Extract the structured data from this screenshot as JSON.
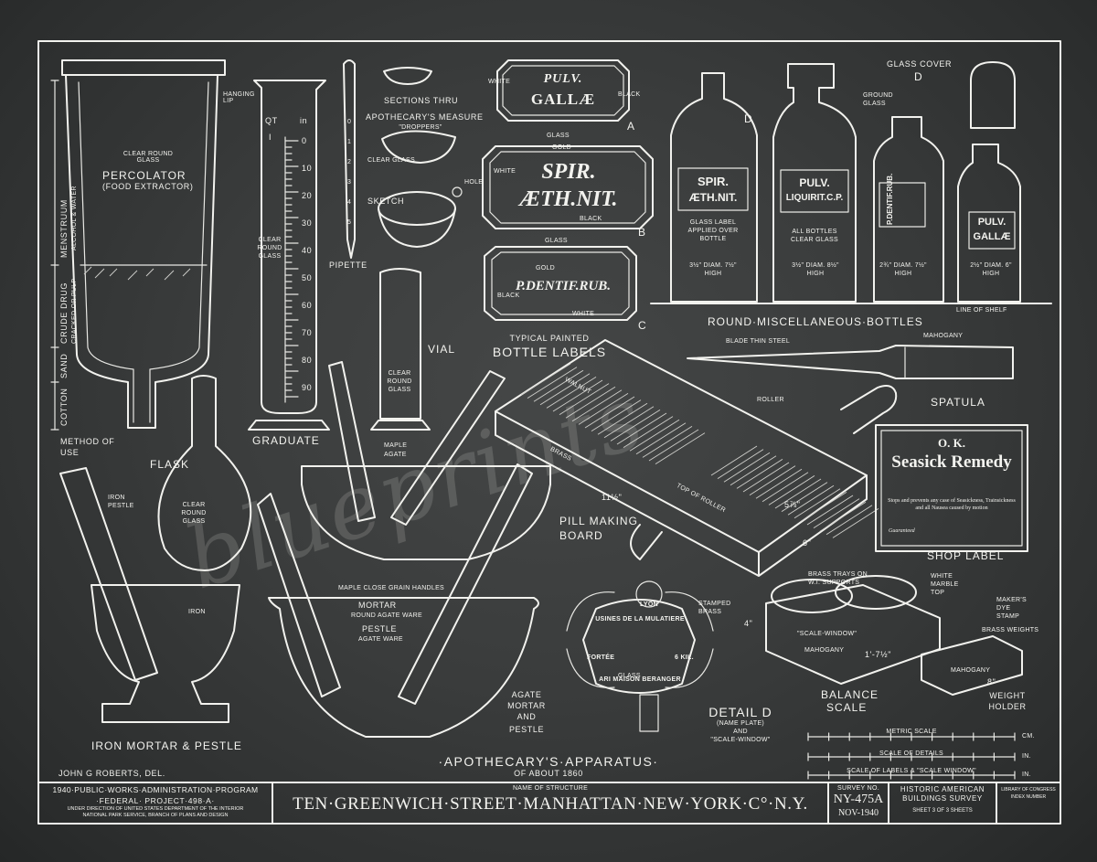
{
  "labels": {
    "hanging_lip": "HANGING LIP",
    "percolator_small": "CLEAR ROUND GLASS",
    "percolator": "PERCOLATOR",
    "food_extractor": "(FOOD EXTRACTOR)",
    "menstruum": "MENSTRUUM",
    "alcohol_water": "ALCOHOL & WATER",
    "crude_drug": "CRUDE DRUG",
    "cracked_pulp": "CRACKED OR PULP",
    "sand": "SAND",
    "cotton": "COTTON",
    "method_of_use": "METHOD OF USE",
    "grad_qt": "QT",
    "grad_in": "in",
    "grad_i": "I",
    "graduate_glass": "CLEAR ROUND GLASS",
    "graduate": "GRADUATE",
    "pipette": "PIPETTE",
    "sections_thru": "SECTIONS THRU",
    "apothecary_measure": "APOTHECARY'S MEASURE",
    "droppers": "\"DROPPERS\"",
    "clear_glass": "CLEAR GLASS",
    "sketch": "SKETCH",
    "hole": "HOLE",
    "vial": "VIAL",
    "vial_glass": "CLEAR ROUND GLASS",
    "label_a_top": "PULV.",
    "label_a_bottom": "GALLÆ",
    "white": "WHITE",
    "black": "BLACK",
    "gold": "GOLD",
    "glass": "GLASS",
    "a": "A",
    "label_b_top": "SPIR.",
    "label_b_bottom": "ÆTH.NIT.",
    "b": "B",
    "label_c": "P.DENTIF.RUB.",
    "c": "C",
    "typical_painted": "TYPICAL PAINTED",
    "bottle_labels": "BOTTLE LABELS",
    "bottle_1_top": "SPIR.",
    "bottle_1_bottom": "ÆTH.NIT.",
    "bottle_1_note": "GLASS LABEL APPLIED OVER BOTTLE",
    "bottle_1_dim": "3½\" DIAM. 7½\" HIGH",
    "bottle_2_top": "PULV.",
    "bottle_2_bottom": "LIQUIRIT.C.P.",
    "bottle_2_note": "ALL BOTTLES CLEAR GLASS",
    "bottle_2_dim": "3½\" DIAM. 8½\" HIGH",
    "bottle_3": "P.DENTIF.RUB.",
    "bottle_3_dim": "2¾\" DIAM. 7½\" HIGH",
    "bottle_4_top": "PULV.",
    "bottle_4_bottom": "GALLÆ",
    "bottle_4_dim": "2½\" DIAM. 6\" HIGH",
    "ground_glass": "GROUND GLASS",
    "d": "D",
    "glass_cover": "GLASS COVER",
    "line_of_shelf": "LINE OF SHELF",
    "round_misc_bottles": "ROUND·MISCELLANEOUS·BOTTLES",
    "blade_thin_steel": "BLADE THIN STEEL",
    "mahogany": "MAHOGANY",
    "spatula": "SPATULA",
    "walnut": "WALNUT",
    "roller": "ROLLER",
    "brass": "BRASS",
    "top_of_roller": "TOP OF ROLLER",
    "pill_making": "PILL MAKING",
    "board": "BOARD",
    "ok": "O. K.",
    "seasick": "Seasick Remedy",
    "seasick_desc": "Stops and prevents any case of Seasickness, Trainsickness and all Nausea caused by motion",
    "guaranteed": "Guaranteed",
    "shop_label": "SHOP LABEL",
    "flask": "FLASK",
    "flask_glass": "CLEAR ROUND GLASS",
    "iron_pestle": "IRON PESTLE",
    "iron": "IRON",
    "iron_mortar": "IRON MORTAR & PESTLE",
    "maple": "MAPLE",
    "agate": "AGATE",
    "maple_handles": "MAPLE CLOSE GRAIN HANDLES",
    "mortar": "MORTAR",
    "round_agate": "ROUND AGATE WARE",
    "pestle": "PESTLE",
    "agate_ware": "AGATE WARE",
    "agate_mortar_1": "AGATE",
    "agate_mortar_2": "MORTAR",
    "agate_mortar_3": "AND",
    "agate_mortar_4": "PESTLE",
    "stamped_brass": "STAMPED BRASS",
    "plate_top": "USINES DE LA MULATIERE",
    "plate_lyon": "LYON",
    "plate_fortee": "FORTÉE",
    "plate_kil": "6 KIL.",
    "plate_bottom": "ARI MAISON BERANGER",
    "detail_d": "DETAIL D",
    "name_plate": "(NAME PLATE)",
    "and": "AND",
    "scale_window": "\"SCALE-WINDOW\"",
    "brass_trays": "BRASS TRAYS ON W.I. SUPPORTS",
    "white_marble": "WHITE MARBLE TOP",
    "makers_stamp": "MAKER'S DYE STAMP",
    "brass_weights": "BRASS WEIGHTS",
    "balance": "BALANCE",
    "scale": "SCALE",
    "weight_holder": "WEIGHT HOLDER",
    "metric_scale": "METRIC SCALE",
    "scale_details": "SCALE OF DETAILS",
    "scale_labels": "SCALE OF LABELS & \"SCALE WINDOW\"",
    "cm": "CM.",
    "in1": "IN.",
    "in2": "IN.",
    "dim_4": "4\"",
    "dim_1_7": "1'-7½\"",
    "dim_8": "8\"",
    "dim_11": "11½\"",
    "dim_5": "5⅞\"",
    "dim_6": "6\""
  },
  "title": {
    "main": "·APOTHECARY'S·APPARATUS·",
    "sub": "OF ABOUT 1860",
    "author": "JOHN G ROBERTS, DEL."
  },
  "titleblock": {
    "program": "1940·PUBLIC·WORKS·ADMINISTRATION·PROGRAM",
    "project": "·FEDERAL· PROJECT·498·A·",
    "under": "UNDER DIRECTION OF UNITED STATES DEPARTMENT OF THE INTERIOR",
    "nps": "NATIONAL PARK SERVICE, BRANCH OF PLANS AND DESIGN",
    "name_of_structure": "NAME OF STRUCTURE",
    "structure": "TEN·GREENWICH·STREET·MANHATTAN·NEW·YORK·C°·N.Y.",
    "survey_no_label": "SURVEY NO.",
    "survey_no": "NY-475A",
    "date": "NOV-1940",
    "habs_1": "HISTORIC AMERICAN",
    "habs_2": "BUILDINGS SURVEY",
    "sheet": "SHEET 3 OF 3 SHEETS",
    "loc_1": "LIBRARY OF CONGRESS",
    "loc_2": "INDEX NUMBER"
  },
  "watermark": "blueprints"
}
